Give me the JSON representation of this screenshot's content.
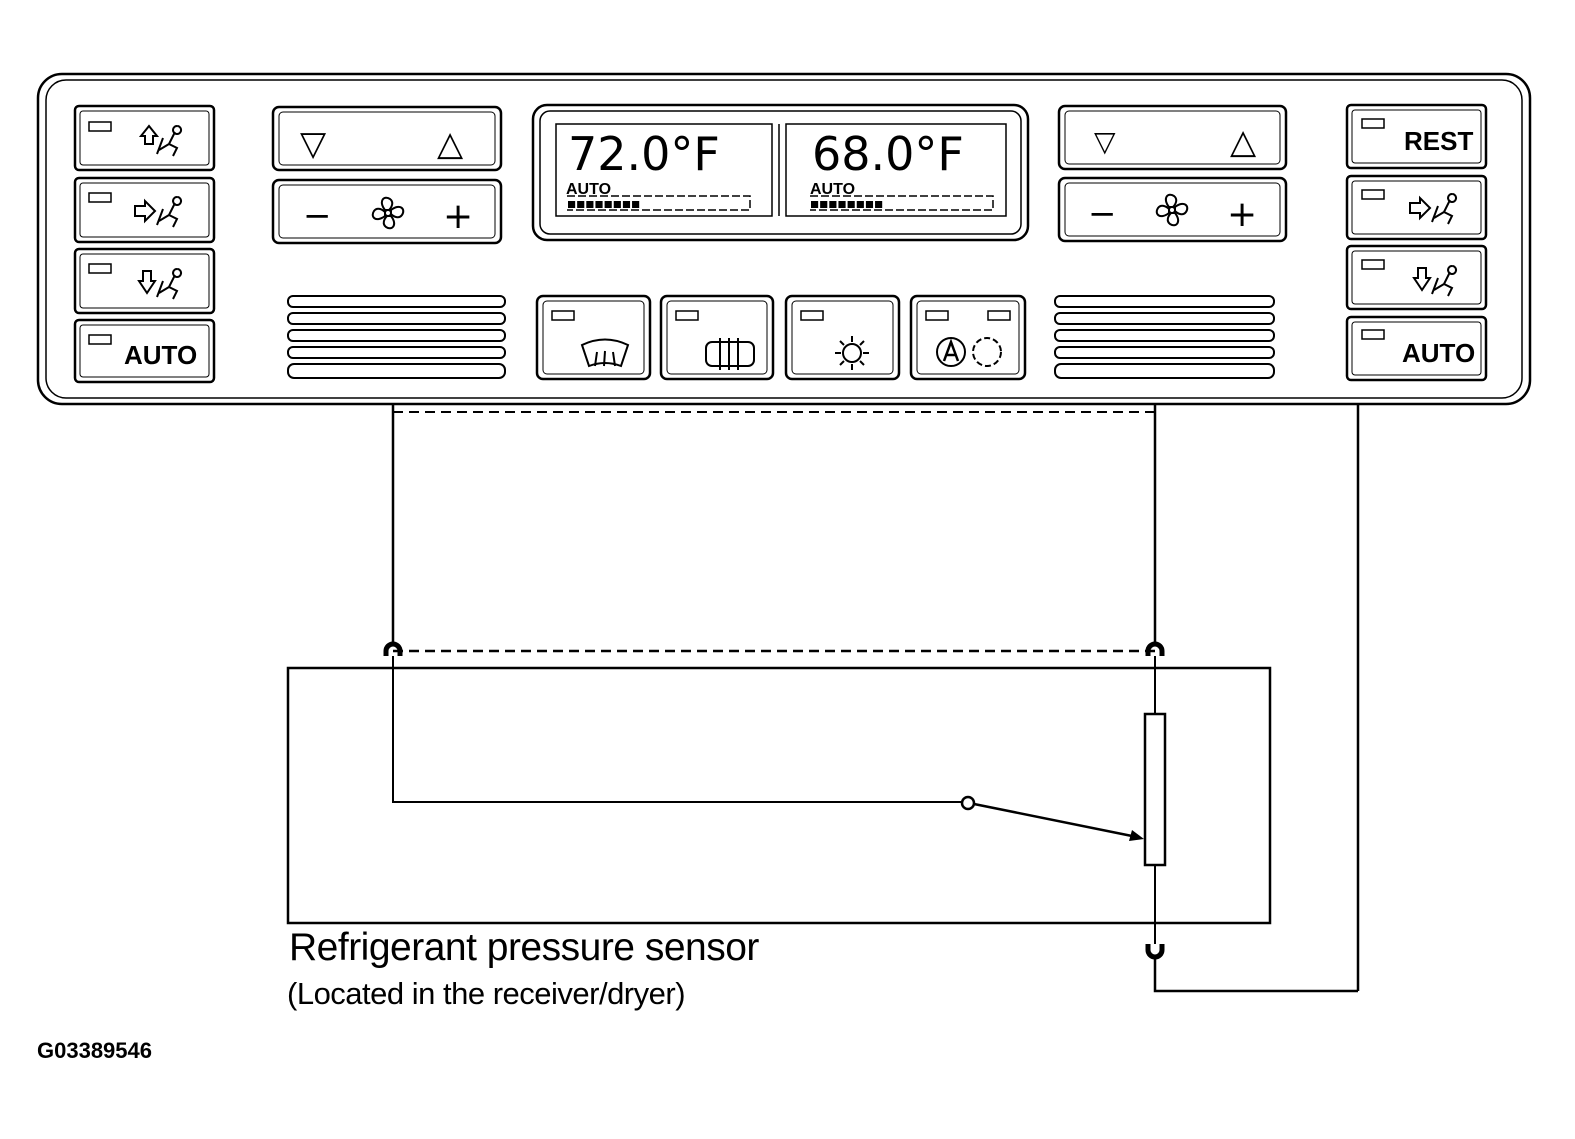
{
  "panel": {
    "left_display": {
      "temperature": "72.0°F",
      "mode": "AUTO",
      "bar_level": 0.4
    },
    "right_display": {
      "temperature": "68.0°F",
      "mode": "AUTO",
      "bar_level": 0.4
    },
    "left_buttons": [
      {
        "icon": "vent-up-icon"
      },
      {
        "icon": "vent-middle-icon"
      },
      {
        "icon": "vent-down-icon"
      },
      {
        "label": "AUTO"
      }
    ],
    "right_buttons": [
      {
        "label": "REST"
      },
      {
        "icon": "vent-middle-icon"
      },
      {
        "icon": "vent-down-icon"
      },
      {
        "label": "AUTO"
      }
    ],
    "center_buttons": [
      {
        "icon": "windshield-defrost-icon"
      },
      {
        "icon": "rear-defrost-icon"
      },
      {
        "icon": "ac-snowflake-icon"
      },
      {
        "icon": "recirculation-auto-icon"
      }
    ],
    "temp_controls": {
      "down": "▽",
      "up": "△"
    },
    "fan_controls": {
      "minus": "−",
      "plus": "+"
    }
  },
  "sensor": {
    "title": "Refrigerant pressure sensor",
    "subtitle": "(Located in the receiver/dryer)"
  },
  "figure_id": "G03389546"
}
